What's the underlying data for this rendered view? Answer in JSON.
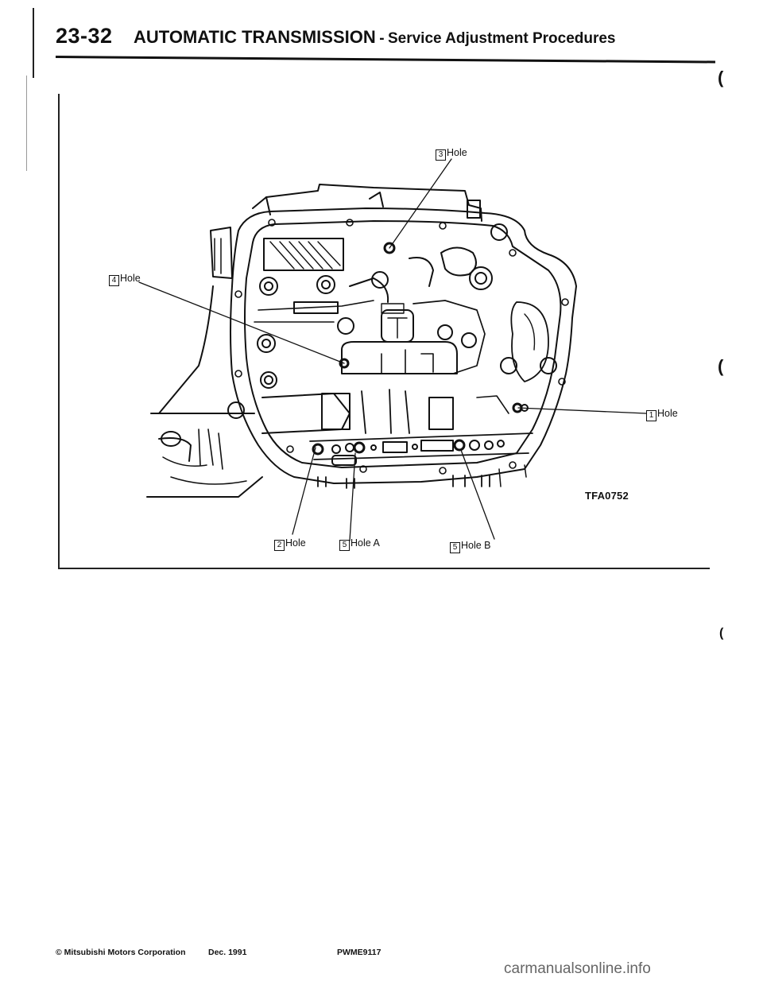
{
  "header": {
    "page_number": "23-32",
    "section_title": "AUTOMATIC TRANSMISSION",
    "separator": "-",
    "subsection_title": "Service Adjustment Procedures"
  },
  "figure": {
    "callouts": [
      {
        "num": "3",
        "text": "Hole"
      },
      {
        "num": "4",
        "text": "Hole"
      },
      {
        "num": "1",
        "text": "Hole"
      },
      {
        "num": "2",
        "text": "Hole"
      },
      {
        "num": "5",
        "text": "Hole A"
      },
      {
        "num": "5",
        "text": "Hole B"
      }
    ],
    "figure_code": "TFA0752"
  },
  "footer": {
    "copyright": "© Mitsubishi Motors Corporation",
    "date": "Dec. 1991",
    "doc_code": "PWME9117"
  },
  "watermark": "carmanualsonline.info"
}
